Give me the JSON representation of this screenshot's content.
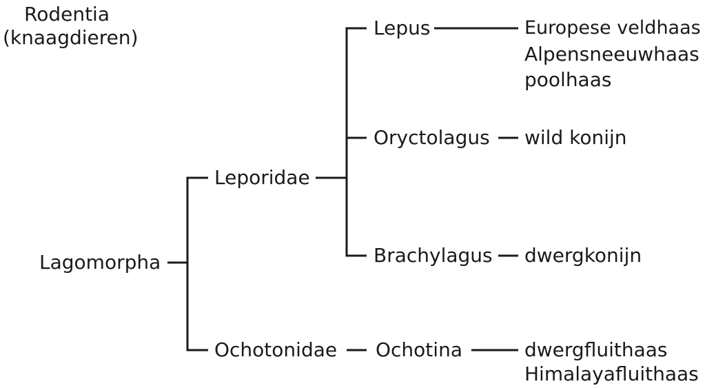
{
  "corner_label": {
    "line1": "Rodentia",
    "line2": "(knaagdieren)"
  },
  "nodes": {
    "lagomorpha": "Lagomorpha",
    "leporidae": "Leporidae",
    "ochotonidae": "Ochotonidae",
    "lepus": "Lepus",
    "oryctolagus": "Oryctolagus",
    "brachylagus": "Brachylagus",
    "ochotina": "Ochotina"
  },
  "species": {
    "lepus": [
      "Europese veldhaas",
      "Alpensneeuwhaas",
      "poolhaas"
    ],
    "oryctolagus": [
      "wild konijn"
    ],
    "brachylagus": [
      "dwergkonijn"
    ],
    "ochotina": [
      "dwergfluithaas",
      "Himalayafluithaas"
    ]
  }
}
